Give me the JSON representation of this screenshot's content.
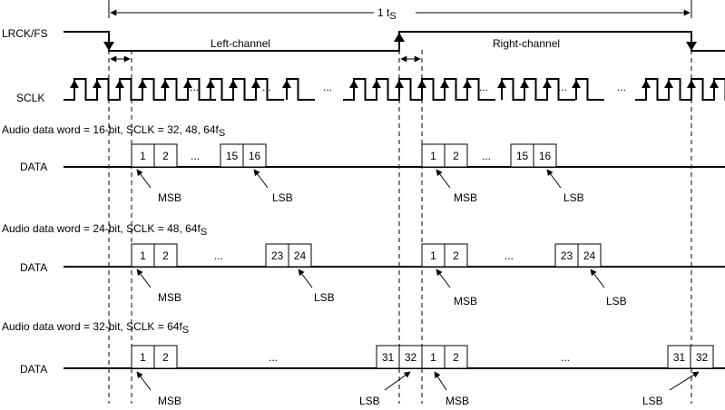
{
  "period_label": {
    "main": "1 t",
    "sub": "S"
  },
  "signals": {
    "lrck": "LRCK/FS",
    "sclk": "SCLK",
    "data": "DATA"
  },
  "channels": {
    "left": "Left-channel",
    "right": "Right-channel"
  },
  "ellipsis": "...",
  "sections": [
    {
      "title_main": "Audio data word = 16-bit, SCLK = 32, 48, 64f",
      "title_sub": "S",
      "left_bits": [
        "1",
        "2",
        "15",
        "16"
      ],
      "right_bits": [
        "1",
        "2",
        "15",
        "16"
      ],
      "msb_label": "MSB",
      "lsb_label": "LSB"
    },
    {
      "title_main": "Audio data word = 24-bit, SCLK  = 48, 64f",
      "title_sub": "S",
      "left_bits": [
        "1",
        "2",
        "23",
        "24"
      ],
      "right_bits": [
        "1",
        "2",
        "23",
        "24"
      ],
      "msb_label": "MSB",
      "lsb_label": "LSB"
    },
    {
      "title_main": "Audio data word = 32-bit, SCLK  = 64f",
      "title_sub": "S",
      "left_bits": [
        "1",
        "2",
        "31",
        "32"
      ],
      "right_bits": [
        "1",
        "2",
        "31",
        "32"
      ],
      "msb_label": "MSB",
      "lsb_label": "LSB"
    }
  ]
}
